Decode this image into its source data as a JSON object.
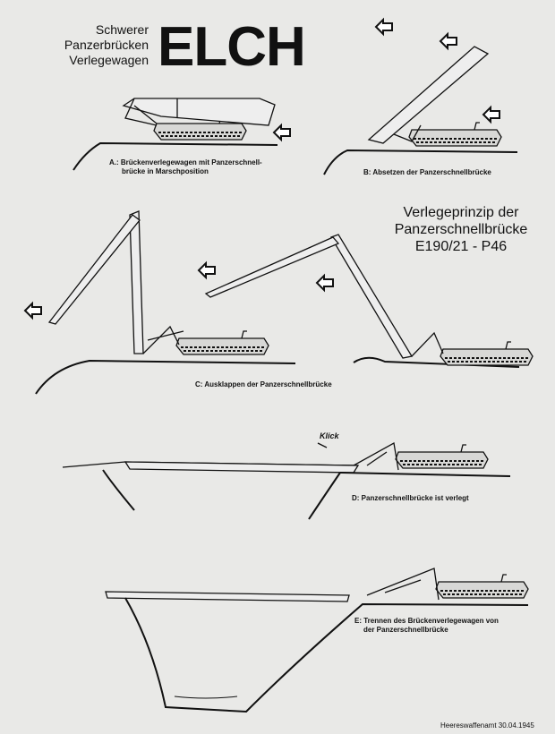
{
  "header": {
    "subtitle_lines": [
      "Schwerer",
      "Panzerbrücken",
      "Verlegewagen"
    ],
    "logo": "ELCH"
  },
  "principle": {
    "lines": [
      "Verlegeprinzip der",
      "Panzerschnellbrücke",
      "E190/21 - P46"
    ]
  },
  "steps": [
    {
      "id": "A",
      "caption_lines": [
        "A.: Brückenverlegewagen mit Panzerschnell-",
        "brücke in Marschposition"
      ]
    },
    {
      "id": "B",
      "caption_lines": [
        "B:  Absetzen der Panzerschnellbrücke"
      ]
    },
    {
      "id": "C",
      "caption_lines": [
        "C:  Ausklappen der Panzerschnellbrücke"
      ]
    },
    {
      "id": "D",
      "caption_lines": [
        "D:  Panzerschnellbrücke ist verlegt"
      ],
      "annotation": "Klick"
    },
    {
      "id": "E",
      "caption_lines": [
        "E:  Trennen des Brückenverlegewagen von",
        "der Panzerschnellbrücke"
      ]
    }
  ],
  "footer": "Heereswaffenamt 30.04.1945"
}
